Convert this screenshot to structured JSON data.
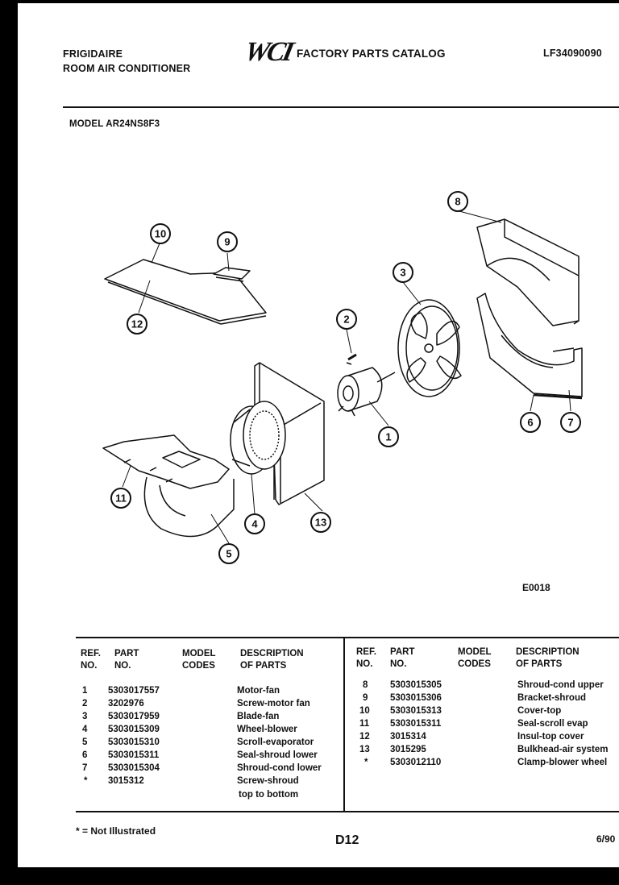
{
  "header": {
    "brand": "FRIGIDAIRE",
    "product": "ROOM AIR CONDITIONER",
    "logo_text": "WCI",
    "catalog_title": "FACTORY PARTS CATALOG",
    "catalog_code": "LF34090090",
    "model_label": "MODEL AR24NS8F3"
  },
  "diagram": {
    "figure_code": "E0018",
    "callouts": [
      "1",
      "2",
      "3",
      "4",
      "5",
      "6",
      "7",
      "8",
      "9",
      "10",
      "11",
      "12",
      "13"
    ]
  },
  "table": {
    "headers": {
      "ref": "REF.\nNO.",
      "part": "PART\nNO.",
      "model": "MODEL\nCODES",
      "desc": "DESCRIPTION\nOF PARTS"
    },
    "left_rows": [
      {
        "ref": "1",
        "part": "5303017557",
        "desc": "Motor-fan"
      },
      {
        "ref": "2",
        "part": "3202976",
        "desc": "Screw-motor fan"
      },
      {
        "ref": "3",
        "part": "5303017959",
        "desc": "Blade-fan"
      },
      {
        "ref": "4",
        "part": "5303015309",
        "desc": "Wheel-blower"
      },
      {
        "ref": "5",
        "part": "5303015310",
        "desc": "Scroll-evaporator"
      },
      {
        "ref": "6",
        "part": "5303015311",
        "desc": "Seal-shroud lower"
      },
      {
        "ref": "7",
        "part": "5303015304",
        "desc": "Shroud-cond lower"
      },
      {
        "ref": "*",
        "part": "3015312",
        "desc": "Screw-shroud"
      },
      {
        "ref": "",
        "part": "",
        "desc": "top to bottom"
      }
    ],
    "right_rows": [
      {
        "ref": "8",
        "part": "5303015305",
        "desc": "Shroud-cond upper"
      },
      {
        "ref": "9",
        "part": "5303015306",
        "desc": "Bracket-shroud"
      },
      {
        "ref": "10",
        "part": "5303015313",
        "desc": "Cover-top"
      },
      {
        "ref": "11",
        "part": "5303015311",
        "desc": "Seal-scroll evap"
      },
      {
        "ref": "12",
        "part": "3015314",
        "desc": "Insul-top cover"
      },
      {
        "ref": "13",
        "part": "3015295",
        "desc": "Bulkhead-air system"
      },
      {
        "ref": "*",
        "part": "5303012110",
        "desc": "Clamp-blower wheel"
      }
    ]
  },
  "footer": {
    "note": "* = Not Illustrated",
    "page": "D12",
    "date": "6/90"
  }
}
